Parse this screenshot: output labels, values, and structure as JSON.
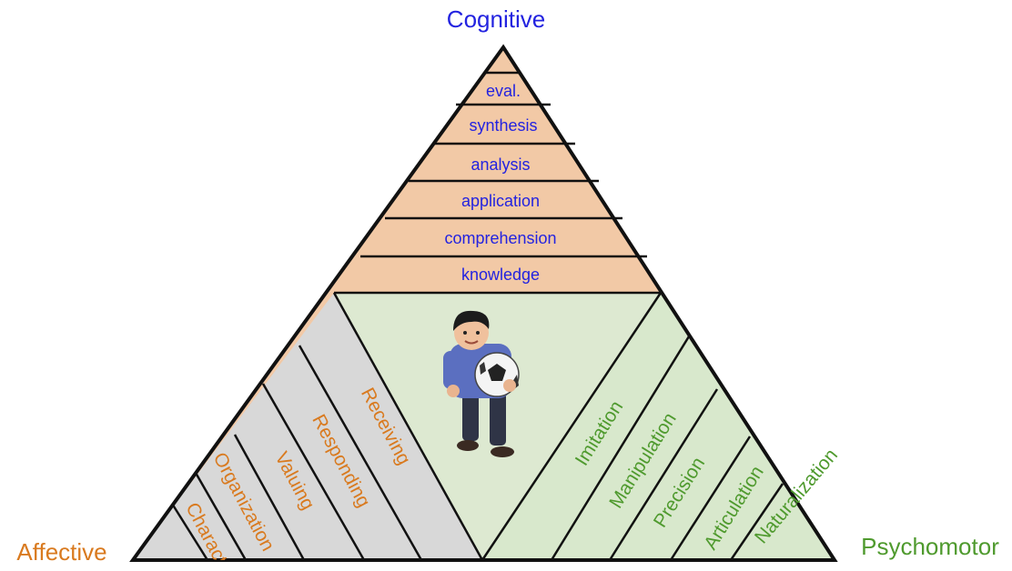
{
  "corners": {
    "cognitive": "Cognitive",
    "affective": "Affective",
    "psychomotor": "Psychomotor"
  },
  "cognitive_levels": [
    "eval.",
    "synthesis",
    "analysis",
    "application",
    "comprehension",
    "knowledge"
  ],
  "affective_levels": [
    "Receiving",
    "Responding",
    "Valuing",
    "Organization",
    "Charact"
  ],
  "psychomotor_levels": [
    "Imitation",
    "Manipulation",
    "Precision",
    "Articulation",
    "Naturalization"
  ],
  "colors": {
    "cognitive_fill": "#f2c9a6",
    "cognitive_text": "#2323e0",
    "affective_fill": "#d8d8d8",
    "affective_text": "#d97a1f",
    "psychomotor_fill": "#d8e8cc",
    "psychomotor_text": "#4f9a2e",
    "center_fill": "#dde9d1",
    "outline": "#111111"
  },
  "center_image": "child-holding-soccer-ball"
}
